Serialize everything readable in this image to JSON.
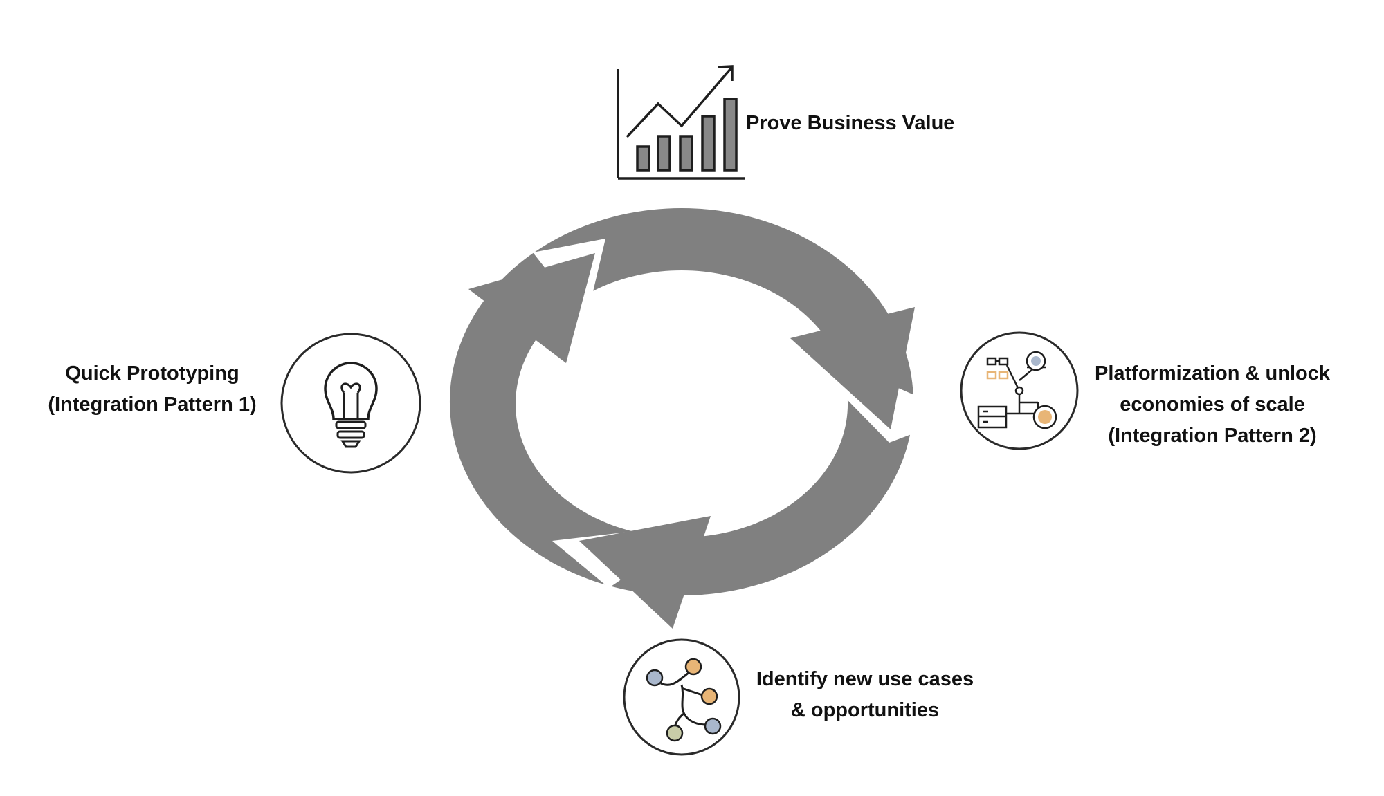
{
  "diagram": {
    "nodes": {
      "prove_business_value": {
        "lines": [
          "Prove Business Value"
        ],
        "icon": "growth-chart-icon"
      },
      "quick_prototyping": {
        "lines": [
          "Quick Prototyping",
          "(Integration Pattern 1)"
        ],
        "icon": "lightbulb-icon"
      },
      "platformization": {
        "lines": [
          "Platformization & unlock",
          "economies of scale",
          "(Integration Pattern 2)"
        ],
        "icon": "platform-network-icon"
      },
      "identify_use_cases": {
        "lines": [
          "Identify new use cases",
          "& opportunities"
        ],
        "icon": "branching-nodes-icon"
      }
    },
    "cycle_arrow_color": "#808080",
    "icon_accent_colors": {
      "orange": "#E8B576",
      "blue": "#A9B7CC",
      "green": "#C8CCA8"
    }
  }
}
